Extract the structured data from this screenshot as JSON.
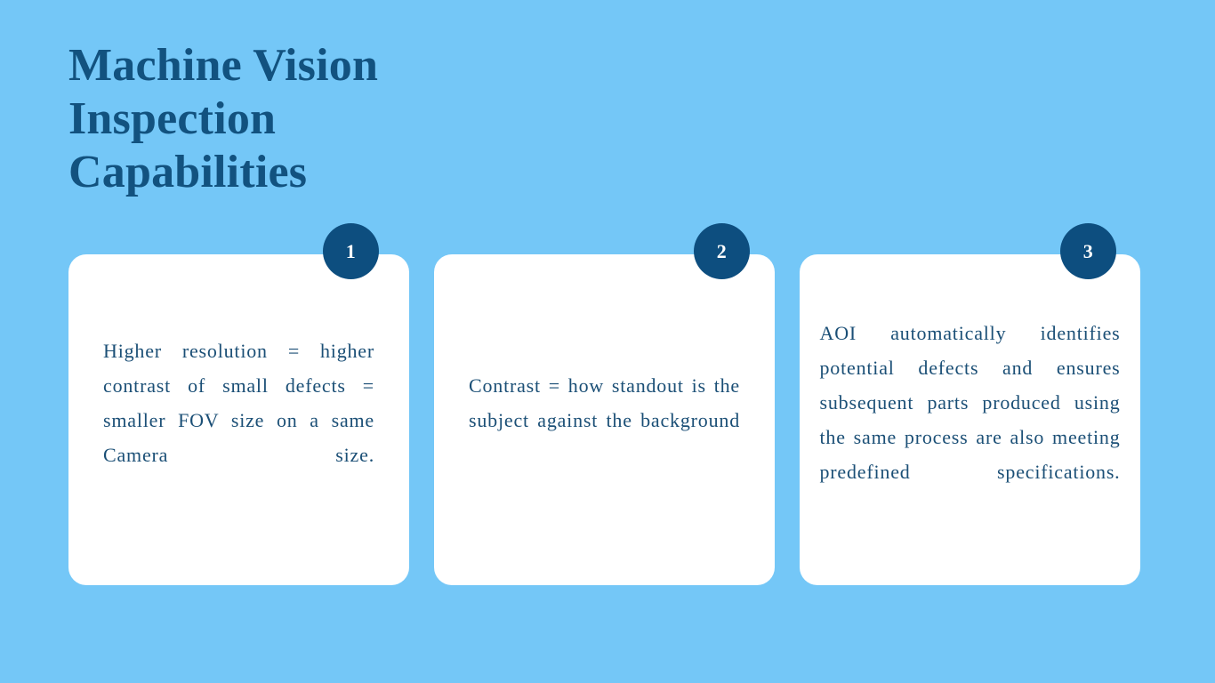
{
  "slide": {
    "background_color": "#74c7f7",
    "title": "Machine Vision\nInspection\nCapabilities",
    "title_color": "#12527f",
    "card_background": "#ffffff",
    "badge_color": "#0d4e7f",
    "body_text_color": "#1b4f76"
  },
  "cards": [
    {
      "number": "1",
      "text": "Higher resolution = higher contrast of small defects = smaller FOV size on a same Camera size."
    },
    {
      "number": "2",
      "text": "Contrast = how standout is the subject against the background"
    },
    {
      "number": "3",
      "text": "AOI automatically identifies potential defects and ensures subsequent parts produced using the same process are also meeting predefined specifications."
    }
  ]
}
